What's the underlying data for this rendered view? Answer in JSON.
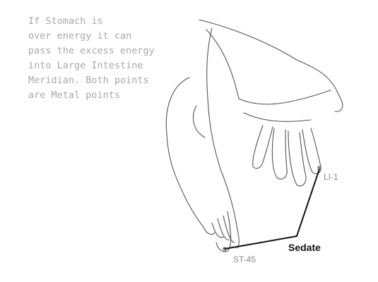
{
  "caption": "If Stomach is\nover energy it can\npass the excess energy\ninto Large Intestine\nMeridian. Both points\nare Metal points",
  "labels": {
    "li1": "LI-1",
    "st45": "ST-45",
    "action": "Sedate"
  },
  "colors": {
    "caption": "#a9a9a9",
    "point_label": "#8a8a8a",
    "action_label": "#111111",
    "connector": "#111111",
    "point_marker": "#8a8a8a"
  }
}
